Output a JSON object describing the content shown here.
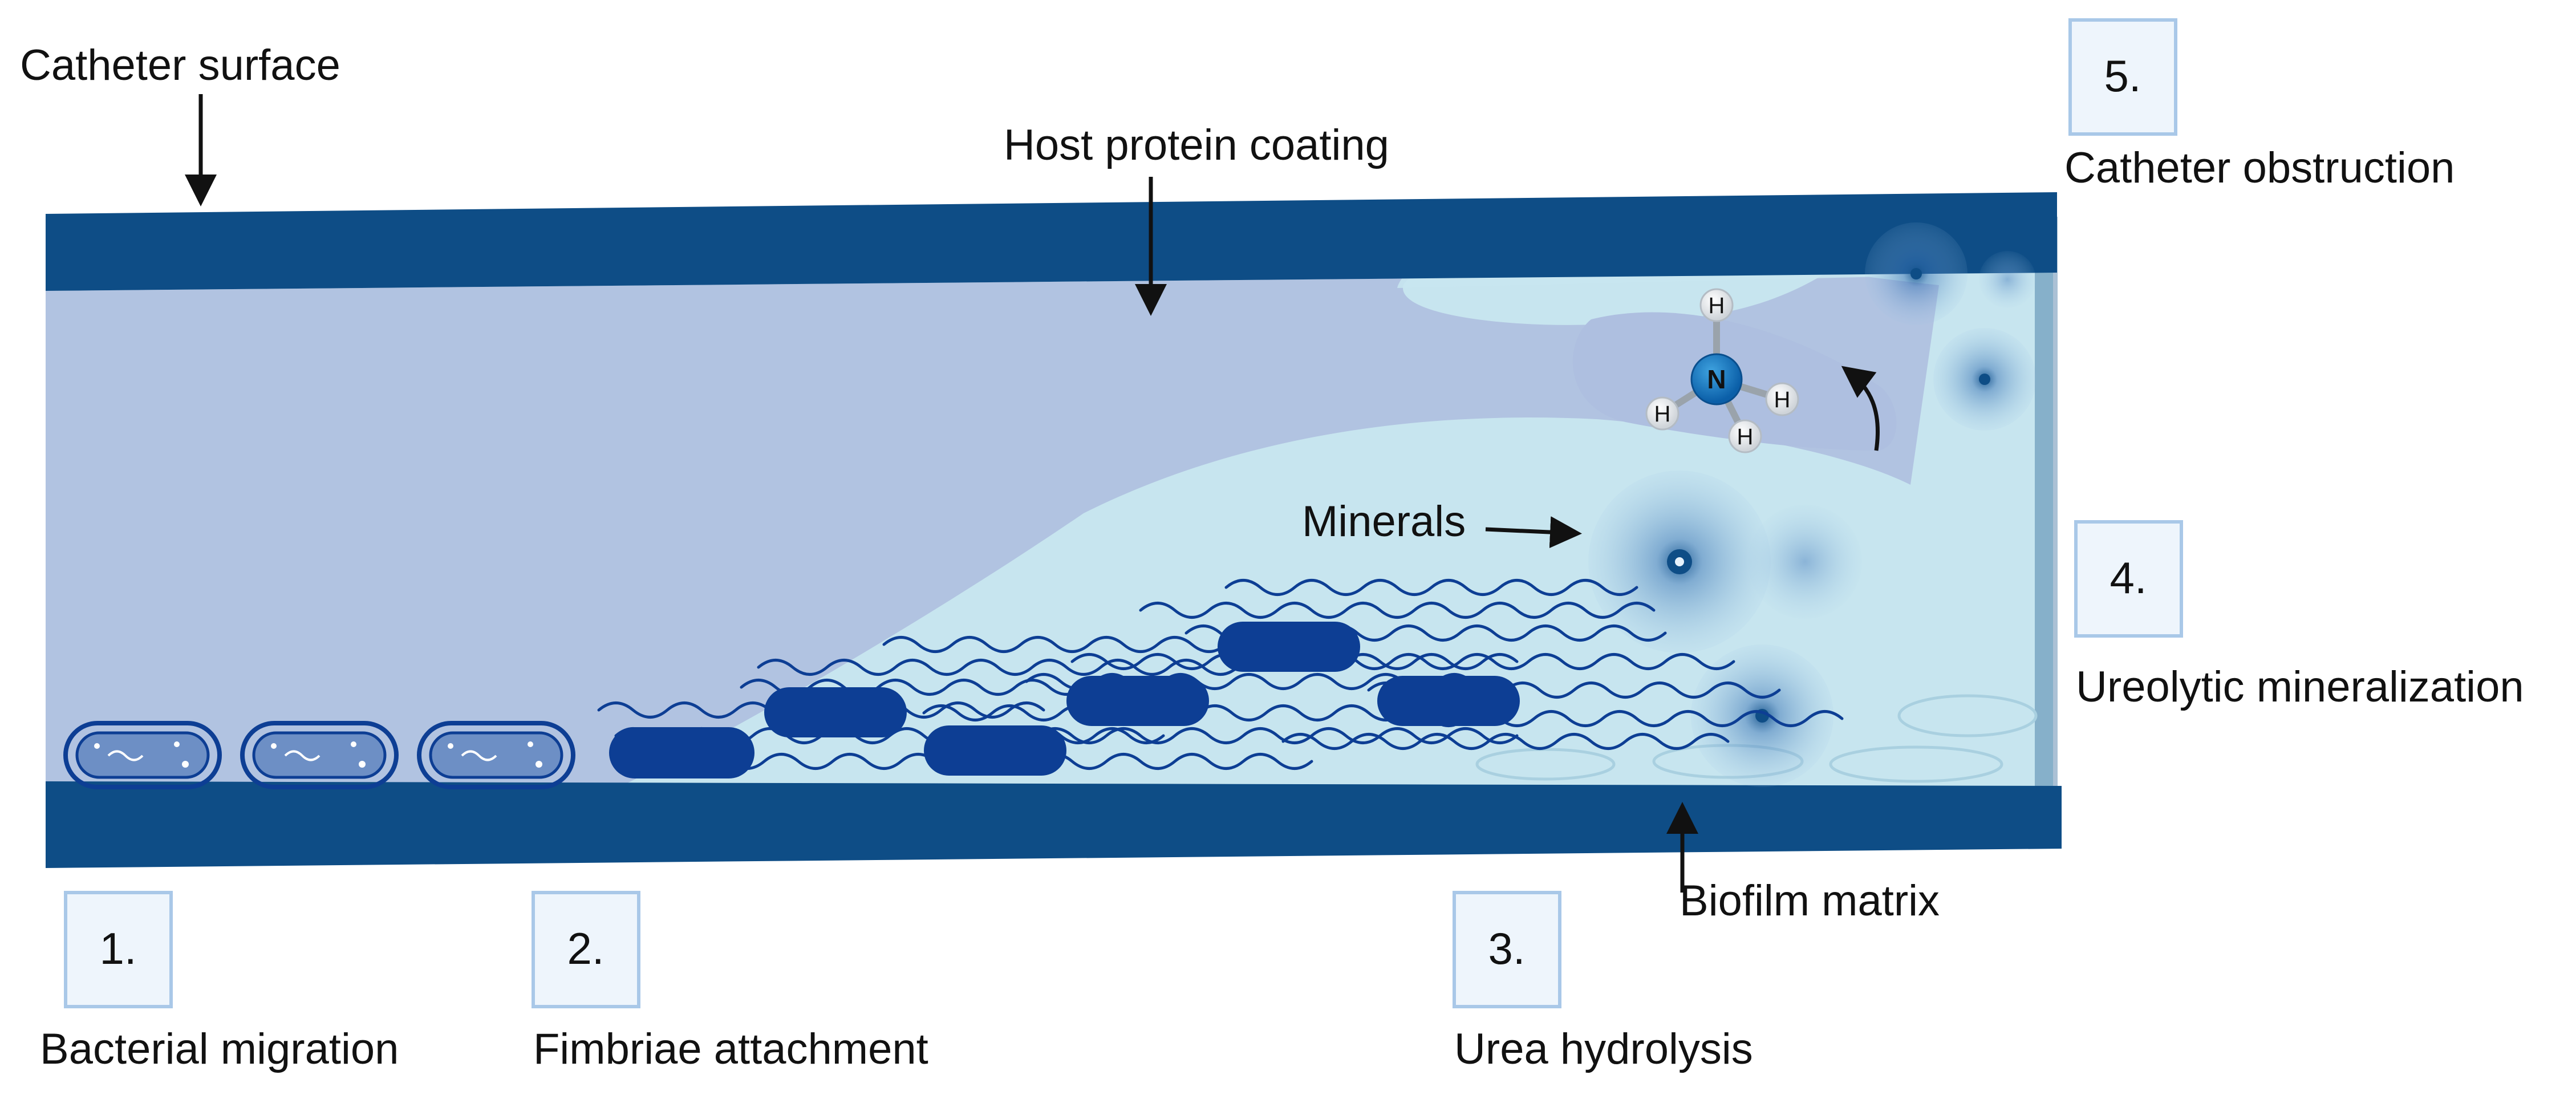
{
  "labels": {
    "catheter_surface": "Catheter surface",
    "host_protein_coating": "Host protein coating",
    "minerals": "Minerals",
    "biofilm_matrix": "Biofilm matrix"
  },
  "steps": [
    {
      "number": "1.",
      "caption": "Bacterial migration"
    },
    {
      "number": "2.",
      "caption": "Fimbriae attachment"
    },
    {
      "number": "3.",
      "caption": "Urea hydrolysis"
    },
    {
      "number": "4.",
      "caption": "Ureolytic mineralization"
    },
    {
      "number": "5.",
      "caption": "Catheter obstruction"
    }
  ],
  "molecule": {
    "center_atom": "N",
    "outer_atom": "H"
  },
  "colors": {
    "catheter_wall": "#0e4d86",
    "lumen_coating": "#b1c3e1",
    "biofilm": "#c8e6ef",
    "bacterium": "#0d3e94",
    "mineral": "#2f62a8",
    "step_box_border": "#a9c8e8",
    "step_box_fill": "#eef5fc"
  }
}
